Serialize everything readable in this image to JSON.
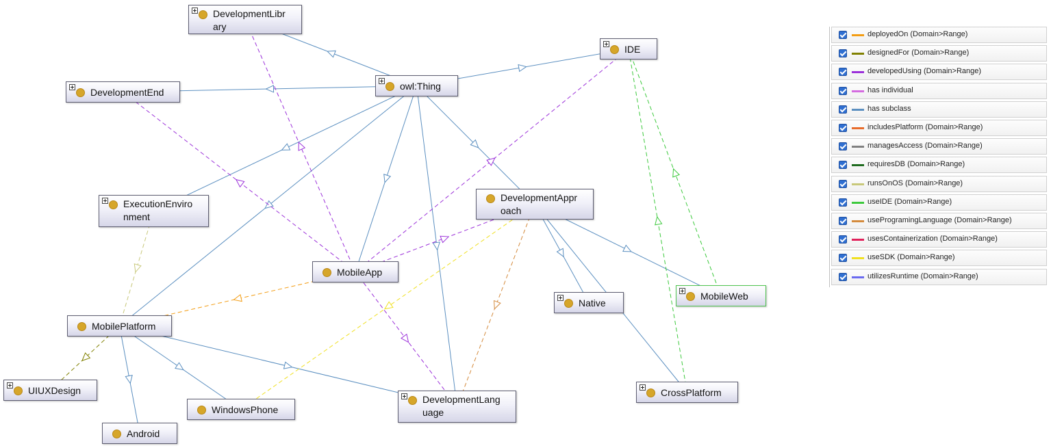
{
  "nodes": [
    {
      "id": "DevelopmentLibrary",
      "label": "DevelopmentLibr\nary",
      "expandable": true
    },
    {
      "id": "IDE",
      "label": "IDE",
      "expandable": true
    },
    {
      "id": "DevelopmentEnd",
      "label": "DevelopmentEnd",
      "expandable": true
    },
    {
      "id": "owlThing",
      "label": "owl:Thing",
      "expandable": true
    },
    {
      "id": "ExecutionEnvironment",
      "label": "ExecutionEnviro\nnment",
      "expandable": true
    },
    {
      "id": "DevelopmentApproach",
      "label": "DevelopmentAppr\noach",
      "expandable": false
    },
    {
      "id": "MobileApp",
      "label": "MobileApp",
      "expandable": false
    },
    {
      "id": "Native",
      "label": "Native",
      "expandable": true
    },
    {
      "id": "MobileWeb",
      "label": "MobileWeb",
      "expandable": true,
      "selected": true
    },
    {
      "id": "MobilePlatform",
      "label": "MobilePlatform",
      "expandable": false
    },
    {
      "id": "UIUXDesign",
      "label": "UIUXDesign",
      "expandable": true
    },
    {
      "id": "WindowsPhone",
      "label": "WindowsPhone",
      "expandable": false
    },
    {
      "id": "DevelopmentLanguage",
      "label": "DevelopmentLang\nuage",
      "expandable": true
    },
    {
      "id": "CrossPlatform",
      "label": "CrossPlatform",
      "expandable": true
    },
    {
      "id": "Android",
      "label": "Android",
      "expandable": false
    }
  ],
  "edges": [
    {
      "from": "owlThing",
      "to": "DevelopmentLibrary",
      "type": "has subclass"
    },
    {
      "from": "owlThing",
      "to": "IDE",
      "type": "has subclass"
    },
    {
      "from": "owlThing",
      "to": "DevelopmentEnd",
      "type": "has subclass"
    },
    {
      "from": "owlThing",
      "to": "ExecutionEnvironment",
      "type": "has subclass"
    },
    {
      "from": "owlThing",
      "to": "DevelopmentApproach",
      "type": "has subclass"
    },
    {
      "from": "owlThing",
      "to": "MobileApp",
      "type": "has subclass"
    },
    {
      "from": "owlThing",
      "to": "MobilePlatform",
      "type": "has subclass"
    },
    {
      "from": "owlThing",
      "to": "DevelopmentLanguage",
      "type": "has subclass"
    },
    {
      "from": "DevelopmentApproach",
      "to": "Native",
      "type": "has subclass"
    },
    {
      "from": "DevelopmentApproach",
      "to": "MobileWeb",
      "type": "has subclass"
    },
    {
      "from": "DevelopmentApproach",
      "to": "CrossPlatform",
      "type": "has subclass"
    },
    {
      "from": "MobilePlatform",
      "to": "Android",
      "type": "has subclass"
    },
    {
      "from": "MobilePlatform",
      "to": "WindowsPhone",
      "type": "has subclass"
    },
    {
      "from": "MobilePlatform",
      "to": "DevelopmentLanguage",
      "type": "has subclass"
    },
    {
      "from": "MobileApp",
      "to": "DevelopmentLibrary",
      "type": "developedUsing (Domain>Range)",
      "dashed": true
    },
    {
      "from": "MobileApp",
      "to": "DevelopmentEnd",
      "type": "developedUsing (Domain>Range)",
      "dashed": true
    },
    {
      "from": "MobileApp",
      "to": "IDE",
      "type": "developedUsing (Domain>Range)",
      "dashed": true
    },
    {
      "from": "MobileApp",
      "to": "DevelopmentApproach",
      "type": "developedUsing (Domain>Range)",
      "dashed": true
    },
    {
      "from": "MobileApp",
      "to": "DevelopmentLanguage",
      "type": "developedUsing (Domain>Range)",
      "dashed": true
    },
    {
      "from": "MobileApp",
      "to": "MobilePlatform",
      "type": "deployedOn (Domain>Range)",
      "dashed": true
    },
    {
      "from": "ExecutionEnvironment",
      "to": "MobilePlatform",
      "type": "runsOnOS (Domain>Range)",
      "dashed": true
    },
    {
      "from": "MobilePlatform",
      "to": "UIUXDesign",
      "type": "designedFor (Domain>Range)",
      "dashed": true
    },
    {
      "from": "DevelopmentApproach",
      "to": "WindowsPhone",
      "type": "useSDK (Domain>Range)",
      "dashed": true
    },
    {
      "from": "DevelopmentApproach",
      "to": "DevelopmentLanguage",
      "type": "useProgramingLanguage (Domain>Range)",
      "dashed": true
    },
    {
      "from": "MobileWeb",
      "to": "IDE",
      "type": "useIDE (Domain>Range)",
      "dashed": true
    },
    {
      "from": "CrossPlatform",
      "to": "IDE",
      "type": "useIDE (Domain>Range)",
      "dashed": true
    }
  ],
  "legend": [
    {
      "label": "deployedOn (Domain>Range)",
      "color": "#f39c12"
    },
    {
      "label": "designedFor (Domain>Range)",
      "color": "#808000"
    },
    {
      "label": "developedUsing (Domain>Range)",
      "color": "#9b30d9"
    },
    {
      "label": "has individual",
      "color": "#d46be0"
    },
    {
      "label": "has subclass",
      "color": "#5b8fc0"
    },
    {
      "label": "includesPlatform (Domain>Range)",
      "color": "#e86b2a"
    },
    {
      "label": "managesAccess (Domain>Range)",
      "color": "#808080"
    },
    {
      "label": "requiresDB (Domain>Range)",
      "color": "#1f6b1f"
    },
    {
      "label": "runsOnOS (Domain>Range)",
      "color": "#c8c87a"
    },
    {
      "label": "useIDE (Domain>Range)",
      "color": "#3cc93c"
    },
    {
      "label": "useProgramingLanguage (Domain>Range)",
      "color": "#d48a3c"
    },
    {
      "label": "usesContainerization (Domain>Range)",
      "color": "#e0205a"
    },
    {
      "label": "useSDK (Domain>Range)",
      "color": "#f0e020"
    },
    {
      "label": "utilizesRuntime (Domain>Range)",
      "color": "#6a6af0"
    }
  ]
}
